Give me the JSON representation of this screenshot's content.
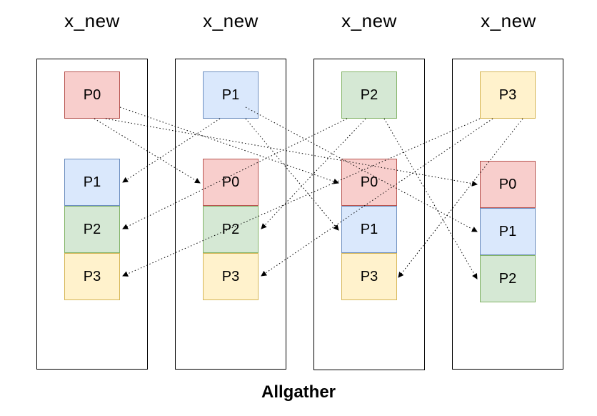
{
  "columns": [
    {
      "title": "x_new",
      "source": "P0",
      "gathered": [
        "P1",
        "P2",
        "P3"
      ]
    },
    {
      "title": "x_new",
      "source": "P1",
      "gathered": [
        "P0",
        "P2",
        "P3"
      ]
    },
    {
      "title": "x_new",
      "source": "P2",
      "gathered": [
        "P0",
        "P1",
        "P3"
      ]
    },
    {
      "title": "x_new",
      "source": "P3",
      "gathered": [
        "P0",
        "P1",
        "P2"
      ]
    }
  ],
  "caption": "Allgather",
  "colors": {
    "P0": {
      "fill": "#f8cecc",
      "stroke": "#b85450"
    },
    "P1": {
      "fill": "#dae8fc",
      "stroke": "#6c8ebf"
    },
    "P2": {
      "fill": "#d5e8d4",
      "stroke": "#82b366"
    },
    "P3": {
      "fill": "#fff2cc",
      "stroke": "#d6b656"
    }
  }
}
